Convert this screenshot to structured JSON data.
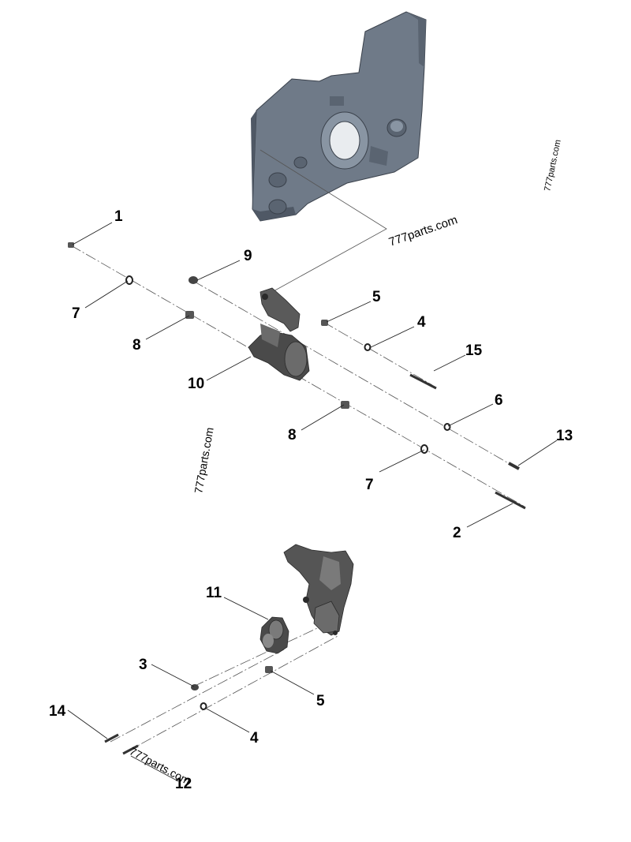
{
  "diagram": {
    "callouts": {
      "c1": "1",
      "c9": "9",
      "c7a": "7",
      "c5a": "5",
      "c4a": "4",
      "c8a": "8",
      "c15": "15",
      "c10": "10",
      "c6": "6",
      "c8b": "8",
      "c13": "13",
      "c7b": "7",
      "c2": "2",
      "c11": "11",
      "c3": "3",
      "c5b": "5",
      "c14": "14",
      "c4b": "4",
      "c12": "12"
    },
    "watermarks": {
      "top_right": "777parts.com",
      "center_right": "777parts.com",
      "middle_left": "777parts.com",
      "bottom_left": "777parts.com"
    },
    "colors": {
      "plate": "#6f7a88",
      "plate_dark": "#4f5865",
      "part_dark": "#4a4a4a",
      "part_mid": "#6b6b6b"
    }
  }
}
